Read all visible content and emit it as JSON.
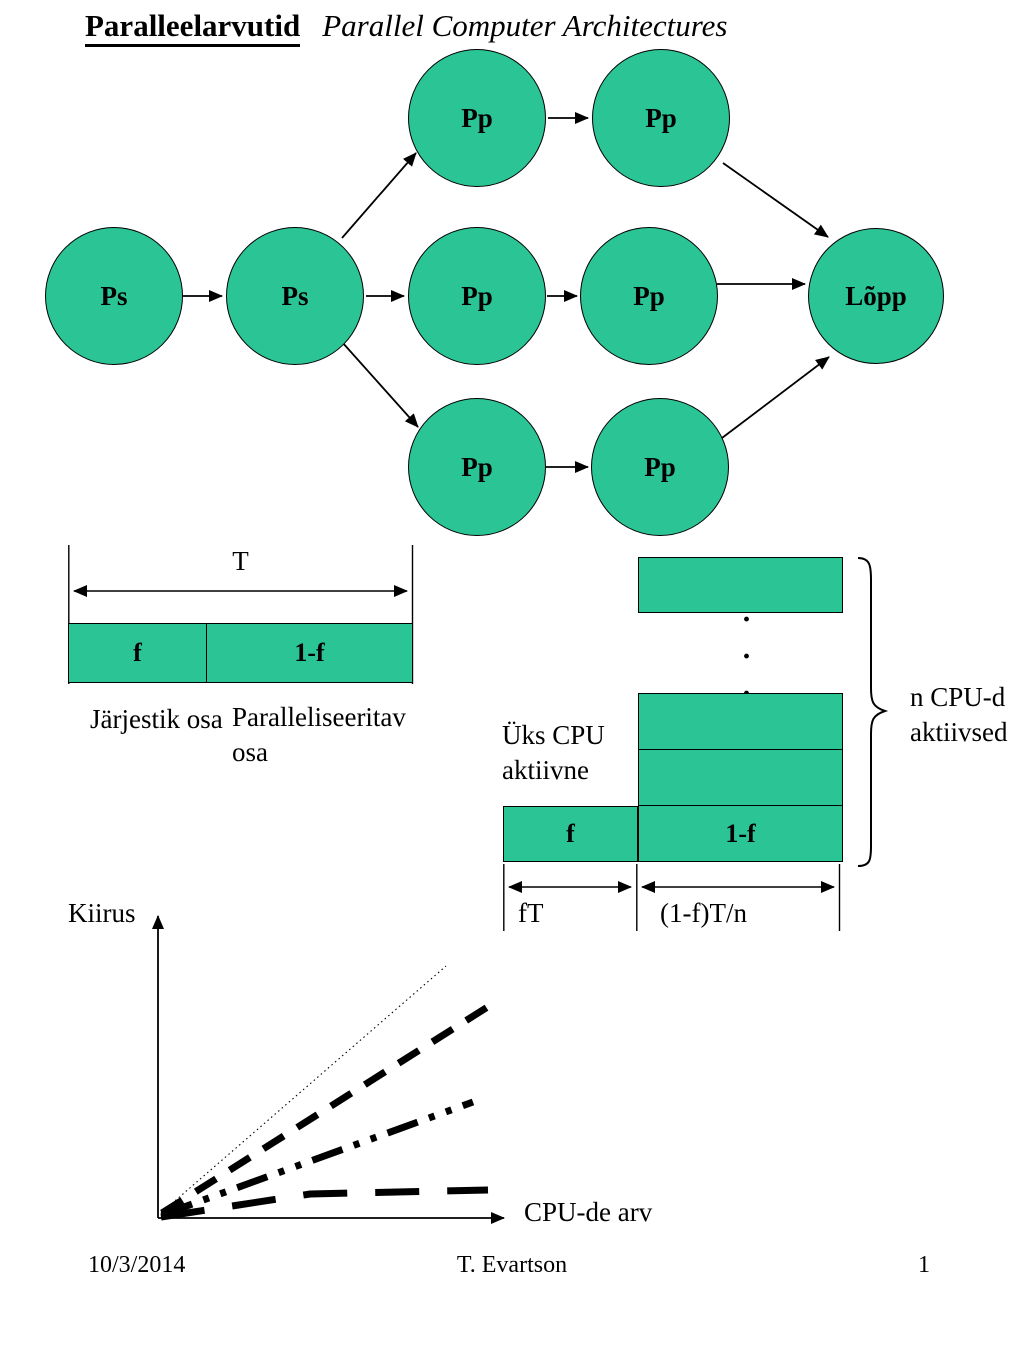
{
  "title": {
    "estonian": "Paralleelarvutid",
    "english": "Parallel Computer Architectures"
  },
  "colors": {
    "node_fill": "#2bc494",
    "outline": "#000000"
  },
  "flow_diagram": {
    "nodes": [
      {
        "label": "Ps"
      },
      {
        "label": "Ps"
      },
      {
        "label": "Pp"
      },
      {
        "label": "Pp"
      },
      {
        "label": "Pp"
      },
      {
        "label": "Pp"
      },
      {
        "label": "Pp"
      },
      {
        "label": "Pp"
      },
      {
        "label": "Lõpp"
      }
    ]
  },
  "sequential_diagram": {
    "total_time_label": "T",
    "serial_fraction": "f",
    "parallel_fraction": "1-f",
    "serial_caption": "Järjestik osa",
    "parallel_caption": "Paralleliseeritav osa"
  },
  "parallel_diagram": {
    "one_cpu_caption": "Üks CPU aktiivne",
    "n_cpu_caption": "n CPU-d aktiivsed",
    "ellipsis": "···",
    "serial_fraction": "f",
    "parallel_fraction": "1-f",
    "serial_time": "fT",
    "parallel_time": "(1-f)T/n"
  },
  "speedup_chart": {
    "ylabel": "Kiirus",
    "xlabel": "CPU-de arv"
  },
  "chart_data": {
    "type": "line",
    "title": "",
    "xlabel": "CPU-de arv",
    "ylabel": "Kiirus",
    "axis_ticks": "none (qualitative sketch)",
    "legend": "none",
    "series": [
      {
        "name": "ideal-linear-speedup",
        "style": "thin-dotted",
        "points_norm": [
          [
            0,
            0
          ],
          [
            0.82,
            0.83
          ]
        ]
      },
      {
        "name": "high-parallel-fraction",
        "style": "thick-dashed",
        "points_norm": [
          [
            0,
            0
          ],
          [
            0.97,
            0.71
          ]
        ]
      },
      {
        "name": "medium-parallel-fraction",
        "style": "thick-dash-dot-dot",
        "points_norm": [
          [
            0,
            0
          ],
          [
            0.91,
            0.38
          ]
        ]
      },
      {
        "name": "low-parallel-fraction-saturating",
        "style": "thick-long-dash",
        "points_norm": [
          [
            0,
            0
          ],
          [
            0.44,
            0.08
          ],
          [
            0.95,
            0.09
          ]
        ]
      }
    ]
  },
  "footer": {
    "date": "10/3/2014",
    "author": "T. Evartson",
    "page": "1"
  }
}
